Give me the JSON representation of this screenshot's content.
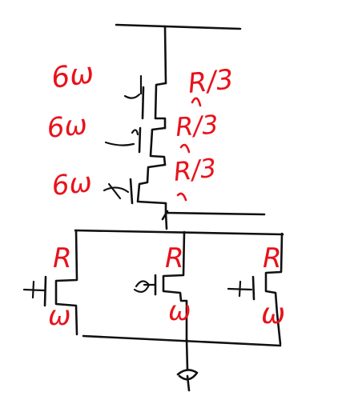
{
  "colors": {
    "ink_black": "#111111",
    "ink_red": "#e8121b",
    "background": "#ffffff"
  },
  "series_stack": {
    "resistor_labels": [
      "R/3",
      "R/3",
      "R/3"
    ],
    "width_labels": [
      "6ω",
      "6ω",
      "6ω"
    ]
  },
  "parallel_bank": {
    "resistor_labels": [
      "R",
      "R",
      "R"
    ],
    "width_labels": [
      "ω",
      "ω",
      "ω"
    ]
  }
}
